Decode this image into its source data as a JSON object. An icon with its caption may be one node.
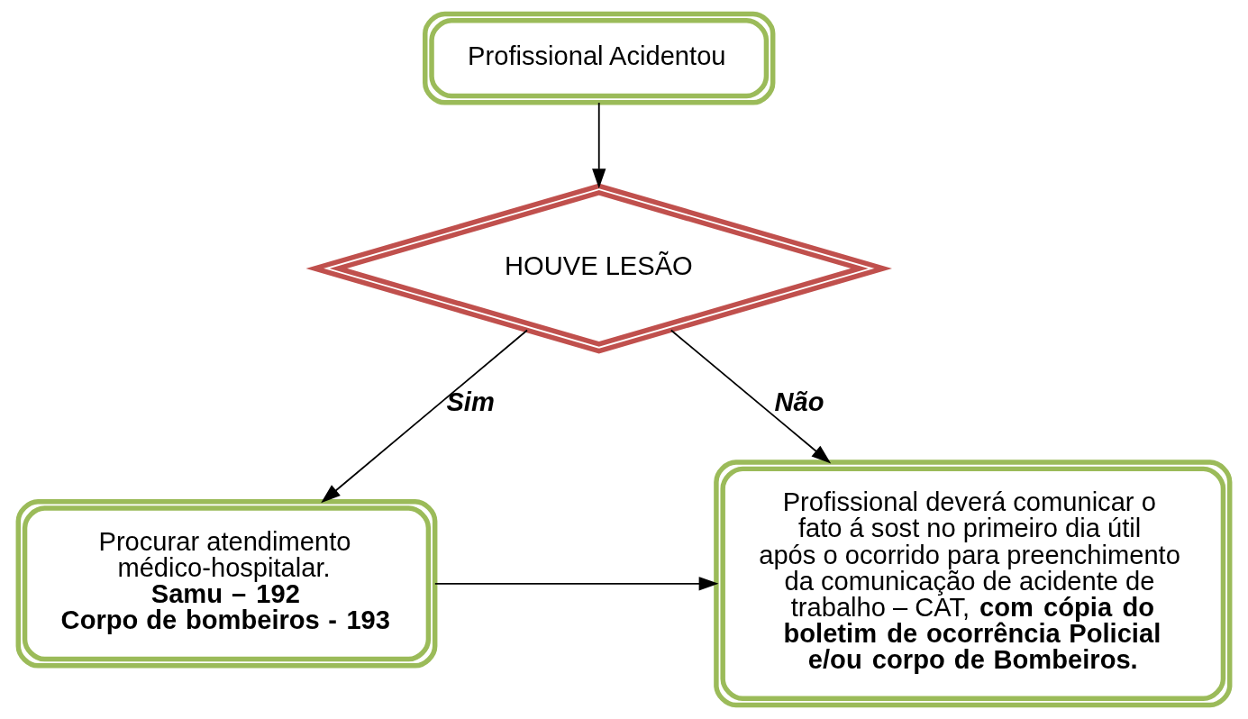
{
  "diagram": {
    "nodes": [
      {
        "text": [
          "Profissional Acidentou"
        ]
      },
      {
        "text": [
          "HOUVE LESÃO"
        ]
      },
      {
        "text": [
          "Procurar atendimento médico-hospitalar.",
          "**Samu – 192**",
          "**Corpo de bombeiros - 193**"
        ]
      },
      {
        "text": [
          "Profissional deverá comunicar o fato á sost no primeiro dia útil após o ocorrido para preenchimento da comunicação de acidente de trabalho – CAT, **com cópia do boletim de ocorrência Policial e/ou corpo de Bombeiros.**"
        ]
      }
    ],
    "edges": [
      {
        "from": 0,
        "to": 1,
        "arrow": "to"
      },
      {
        "from": 1,
        "to": 2,
        "arrow": "to",
        "label": "Sim"
      },
      {
        "from": 1,
        "to": 3,
        "arrow": "to",
        "label": "Não"
      },
      {
        "from": 2,
        "to": 3,
        "arrow": "to"
      }
    ]
  }
}
